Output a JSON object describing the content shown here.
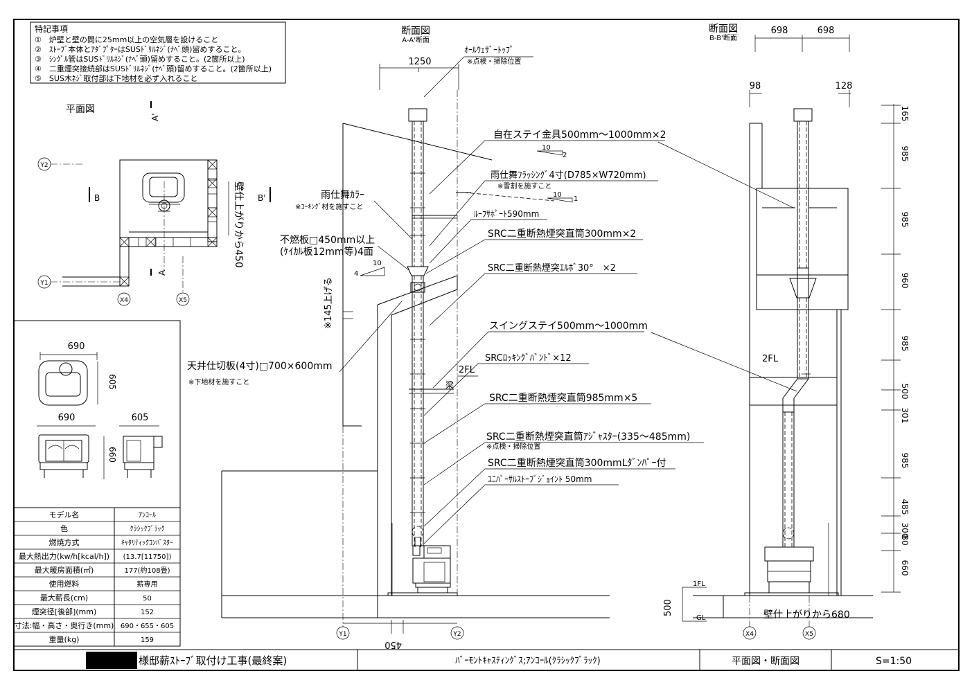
{
  "notes": {
    "title": "特記事項",
    "items": [
      "①　炉壁と壁の間に25mm以上の空気層を設けること",
      "②　ｽﾄｰﾌﾞ本体とｱﾀﾞﾌﾟﾀｰはSUSﾄﾞﾘﾙﾈｼﾞ(ﾅﾍﾞ頭)留めすること。",
      "③　ｼﾝｸﾞﾙ管はSUSﾄﾞﾘﾙﾈｼﾞ(ﾅﾍﾞ頭)留めすること。(2箇所以上)",
      "④　二重煙突接続部はSUSﾄﾞﾘﾙﾈｼﾞ(ﾅﾍﾞ頭)留めすること。(2箇所以上)",
      "⑤　SUS木ﾈｼﾞ取付部は下地材を必ず入れること"
    ]
  },
  "plan": {
    "title": "平面図",
    "wall_note": "壁仕上がりから450",
    "marks": {
      "a_top": "A'",
      "a_bottom": "A",
      "b_left": "B",
      "b_right": "B'"
    },
    "grid": {
      "y1": "Y1",
      "y2": "Y2",
      "x4": "X4",
      "x5": "X5"
    }
  },
  "specs": {
    "top_width": "690",
    "top_depth": "605",
    "front_width": "690",
    "side_depth": "605",
    "height": "660",
    "rows": [
      [
        "モデル名",
        "ｱﾝｺｰﾙ"
      ],
      [
        "色",
        "ｸﾗｼｯｸﾌﾞﾗｯｸ"
      ],
      [
        "燃焼方式",
        "ｷｬﾀﾘﾃｨｯｸｺﾝﾊﾞｽﾀｰ"
      ],
      [
        "最大熱出力(kw/h[kcal/h])",
        "(13.7[11750])"
      ],
      [
        "最大暖房面積(㎡)",
        "177(約108畳)"
      ],
      [
        "使用燃料",
        "薪専用"
      ],
      [
        "最大薪長(cm)",
        "50"
      ],
      [
        "煙突径[後部](mm)",
        "152"
      ],
      [
        "寸法:幅・高さ・奥行き(mm)",
        "690・655・605"
      ],
      [
        "重量(kg)",
        "159"
      ]
    ]
  },
  "section_a": {
    "title": "断面図",
    "subtitle": "A-A'断面",
    "dim_top": "1250",
    "dim_bottom": "450",
    "left_vertical": "※145上げる",
    "grid_left": "Y1",
    "grid_right": "Y2",
    "floor_label": "2FL",
    "beam_label": "梁",
    "slope_a": {
      "run": "10",
      "rise": "2"
    },
    "slope_b": {
      "run": "10",
      "rise": "1"
    },
    "slope_c": {
      "run": "10",
      "rise": "4"
    },
    "labels": {
      "top": "ｵｰﾙｳｪｻﾞｰﾄｯﾌﾟ",
      "top_note": "※点検・掃除位置",
      "stay": "自在ステイ金具500mm～1000mm×2",
      "flashing": "雨仕舞ﾌﾗｯｼﾝｸﾞ4寸(D785×W720mm)",
      "flashing_note": "※雪割を施すこと",
      "collar": "雨仕舞ｶﾗｰ",
      "collar_note": "※ｺｰｷﾝｸﾞ材を施すこと",
      "roof_support": "ﾙｰﾌｻﾎﾟｰﾄ590mm",
      "noncomb1": "不燃板□450mm以上",
      "noncomb2": "(ｹｲｶﾙ板12mm等)4面",
      "straight300": "SRC二重断熱煙突直筒300mm×2",
      "elbow": "SRC二重断熱煙突ｴﾙﾎﾞ30°　×2",
      "swing": "スイングステイ500mm～1000mm",
      "ceiling": "天井仕切板(4寸)□700×600mm",
      "ceiling_note": "※下地材を施すこと",
      "locking": "SRCﾛｯｷﾝｸﾞﾊﾞﾝﾄﾞ×12",
      "straight985": "SRC二重断熱煙突直筒985mm×5",
      "adjuster": "SRC二重断熱煙突直筒ｱｼﾞｬｽﾀｰ(335～485mm)",
      "adjuster_note": "※点検・掃除位置",
      "damper": "SRC二重断熱煙突直筒300mmLﾀﾞﾝﾊﾟｰ付",
      "universal": "ﾕﾆﾊﾞｰｻﾙｽﾄｰﾌﾞｼﾞｮｲﾝﾄ 50mm"
    }
  },
  "section_b": {
    "title": "断面図",
    "subtitle": "B-B'断面",
    "dim_w1": "698",
    "dim_w2": "698",
    "dim_l": "98",
    "dim_r": "128",
    "heights": [
      "165",
      "985",
      "985",
      "960",
      "985",
      "500",
      "301",
      "985",
      "485",
      "300",
      "80",
      "660"
    ],
    "floor_2": "2FL",
    "fl1": "1FL",
    "gl": "GL",
    "gl_height": "500",
    "wall_note": "壁仕上がりから680",
    "grid_left": "X4",
    "grid_right": "X5"
  },
  "title_block": {
    "project": "様邸薪ｽﾄｰﾌﾞ取付け工事(最終案)",
    "product": "ﾊﾞｰﾓﾝﾄｷｬｽﾃｨﾝｸﾞｽ;ｱﾝｺｰﾙ(ｸﾗｼｯｸﾌﾞﾗｯｸ)",
    "sheet": "平面図・断面図",
    "scale": "S=1:50"
  }
}
